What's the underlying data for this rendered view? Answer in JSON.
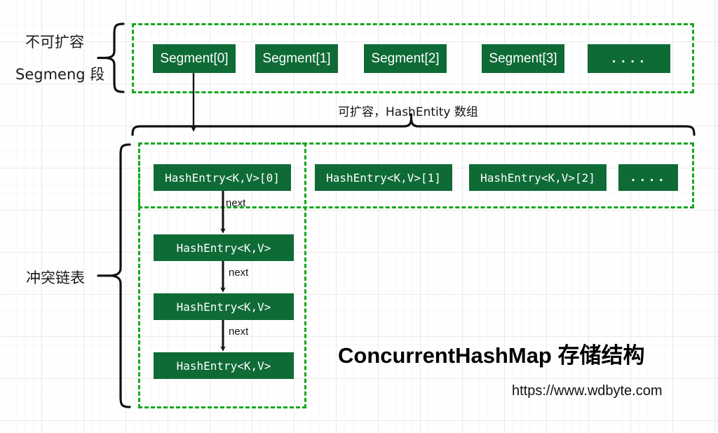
{
  "diagram": {
    "title": "ConcurrentHashMap 存储结构",
    "url": "https://www.wdbyte.com",
    "background_grid": true,
    "colors": {
      "node_fill": "#0E6B36",
      "node_text": "#FFFFFF",
      "dashed_border": "#15A81E",
      "brace": "#111111",
      "arrow": "#111111",
      "grid": "#E8E8E8"
    }
  },
  "segment_section": {
    "brace_label_line1": "不可扩容",
    "brace_label_line2": "Segmeng 段",
    "nodes": [
      {
        "label": "Segment[0]"
      },
      {
        "label": "Segment[1]"
      },
      {
        "label": "Segment[2]"
      },
      {
        "label": "Segment[3]"
      },
      {
        "label": "...."
      }
    ]
  },
  "array_section": {
    "brace_label": "可扩容，HashEntity 数组",
    "nodes": [
      {
        "label": "HashEntry<K,V>[0]"
      },
      {
        "label": "HashEntry<K,V>[1]"
      },
      {
        "label": "HashEntry<K,V>[2]"
      },
      {
        "label": "...."
      }
    ]
  },
  "chain_section": {
    "brace_label": "冲突链表",
    "nodes": [
      {
        "label": "HashEntry<K,V>"
      },
      {
        "label": "HashEntry<K,V>"
      },
      {
        "label": "HashEntry<K,V>"
      }
    ],
    "edge_labels": [
      "next",
      "next",
      "next"
    ]
  }
}
